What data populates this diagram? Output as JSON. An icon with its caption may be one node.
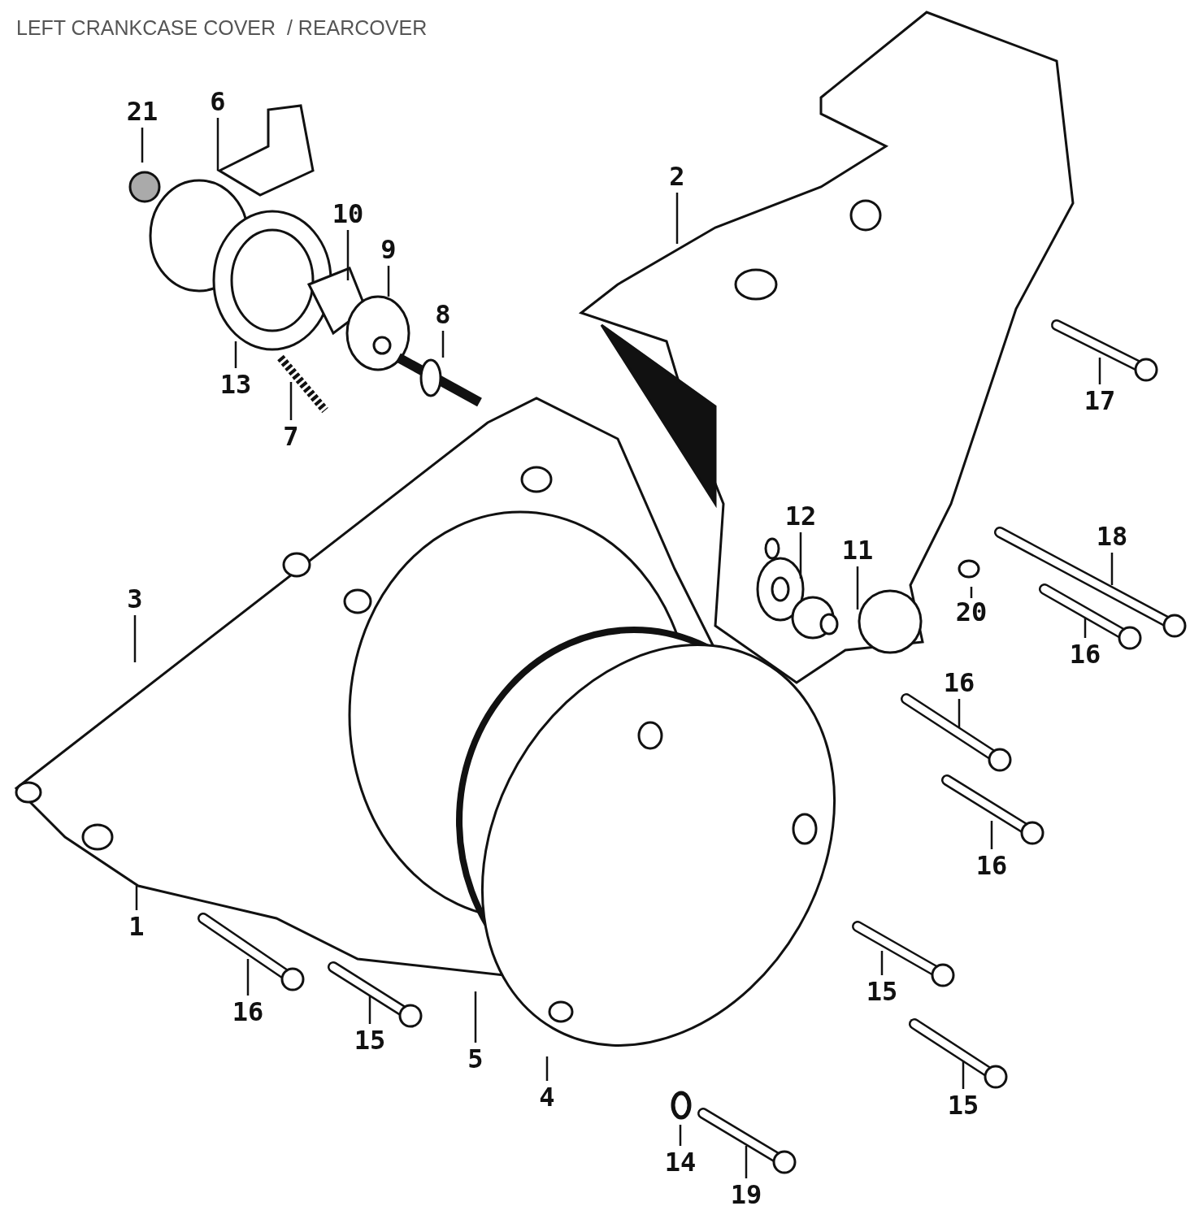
{
  "diagram": {
    "title": "LEFT CRANKCASE COVER  / REARCOVER",
    "nodes": [
      {
        "text": [
          "21"
        ]
      },
      {
        "text": [
          "6"
        ]
      },
      {
        "text": [
          "10"
        ]
      },
      {
        "text": [
          "9"
        ]
      },
      {
        "text": [
          "8"
        ]
      },
      {
        "text": [
          "13"
        ]
      },
      {
        "text": [
          "7"
        ]
      },
      {
        "text": [
          "2"
        ]
      },
      {
        "text": [
          "17"
        ]
      },
      {
        "text": [
          "3"
        ]
      },
      {
        "text": [
          "12"
        ]
      },
      {
        "text": [
          "11"
        ]
      },
      {
        "text": [
          "18"
        ]
      },
      {
        "text": [
          "20"
        ]
      },
      {
        "text": [
          "16"
        ]
      },
      {
        "text": [
          "16"
        ]
      },
      {
        "text": [
          "16"
        ]
      },
      {
        "text": [
          "1"
        ]
      },
      {
        "text": [
          "16"
        ]
      },
      {
        "text": [
          "15"
        ]
      },
      {
        "text": [
          "15"
        ]
      },
      {
        "text": [
          "15"
        ]
      },
      {
        "text": [
          "5"
        ]
      },
      {
        "text": [
          "4"
        ]
      },
      {
        "text": [
          "14"
        ]
      },
      {
        "text": [
          "19"
        ]
      }
    ],
    "edges": [
      {
        "from": 0,
        "to": null,
        "arrow": "none"
      },
      {
        "from": 1,
        "to": null,
        "arrow": "none"
      },
      {
        "from": 2,
        "to": null,
        "arrow": "none"
      },
      {
        "from": 3,
        "to": null,
        "arrow": "none"
      },
      {
        "from": 4,
        "to": null,
        "arrow": "none"
      },
      {
        "from": 5,
        "to": null,
        "arrow": "none"
      },
      {
        "from": 6,
        "to": null,
        "arrow": "none"
      },
      {
        "from": 7,
        "to": null,
        "arrow": "none"
      },
      {
        "from": 8,
        "to": null,
        "arrow": "none"
      },
      {
        "from": 9,
        "to": null,
        "arrow": "none"
      },
      {
        "from": 10,
        "to": null,
        "arrow": "none"
      },
      {
        "from": 11,
        "to": null,
        "arrow": "none"
      },
      {
        "from": 12,
        "to": null,
        "arrow": "none"
      },
      {
        "from": 13,
        "to": null,
        "arrow": "none"
      },
      {
        "from": 14,
        "to": null,
        "arrow": "none"
      },
      {
        "from": 15,
        "to": null,
        "arrow": "none"
      },
      {
        "from": 16,
        "to": null,
        "arrow": "none"
      },
      {
        "from": 17,
        "to": null,
        "arrow": "none"
      },
      {
        "from": 18,
        "to": null,
        "arrow": "none"
      },
      {
        "from": 19,
        "to": null,
        "arrow": "none"
      },
      {
        "from": 20,
        "to": null,
        "arrow": "none"
      },
      {
        "from": 21,
        "to": null,
        "arrow": "none"
      },
      {
        "from": 22,
        "to": null,
        "arrow": "none"
      },
      {
        "from": 23,
        "to": null,
        "arrow": "none"
      },
      {
        "from": 24,
        "to": null,
        "arrow": "none"
      },
      {
        "from": 25,
        "to": null,
        "arrow": "none"
      }
    ]
  }
}
